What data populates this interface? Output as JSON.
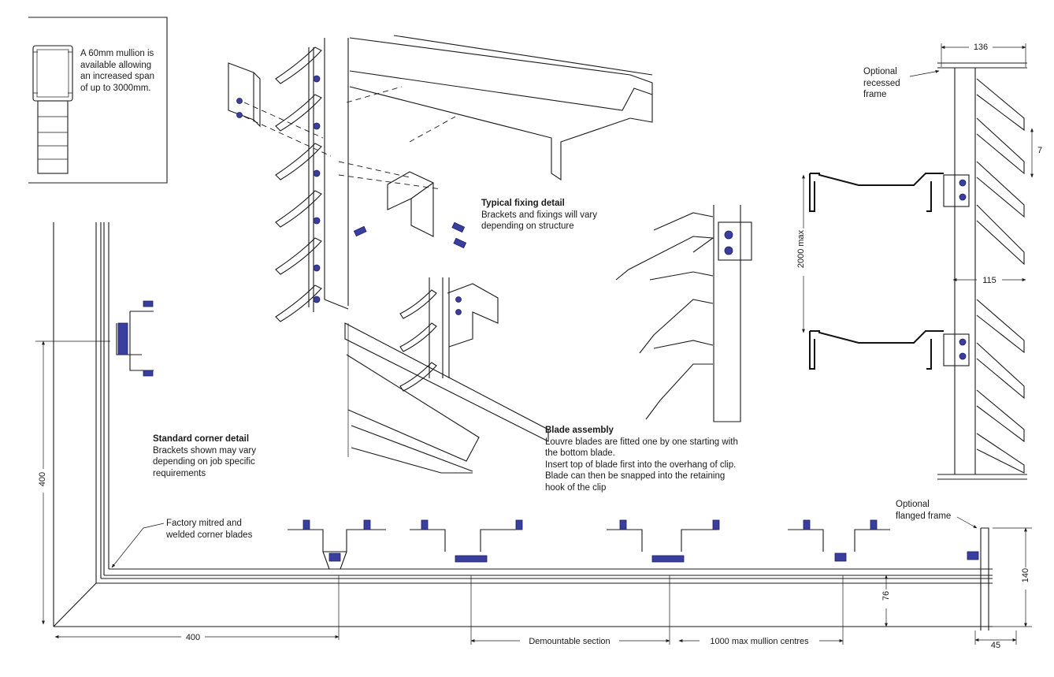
{
  "notes": {
    "mullion": [
      "A 60mm mullion is",
      "available allowing",
      "an increased span",
      "of up to 3000mm."
    ],
    "fixing": {
      "title": "Typical fixing detail",
      "lines": [
        "Brackets and fixings will vary",
        "depending on structure"
      ]
    },
    "corner": {
      "title": "Standard corner detail",
      "lines": [
        "Brackets shown may vary",
        "depending on job specific",
        "requirements"
      ]
    },
    "blade": {
      "title": "Blade assembly",
      "lines": [
        "Louvre blades are fitted one by one starting with",
        "the bottom blade.",
        "Insert top of blade first into the overhang of clip.",
        "Blade can then be snapped into the retaining",
        "hook of the clip"
      ]
    },
    "factory": [
      "Factory mitred and",
      "welded corner blades"
    ],
    "recessed": [
      "Optional",
      "recessed",
      "frame"
    ],
    "flanged": [
      "Optional",
      "flanged frame"
    ]
  },
  "dimensions": {
    "d136": "136",
    "d7": "7",
    "d2000": "2000 max",
    "d115": "115",
    "d400v": "400",
    "d400h": "400",
    "demountable": "Demountable section",
    "mullion_centres": "1000 max mullion centres",
    "d76": "76",
    "d140": "140",
    "d45": "45"
  },
  "colors": {
    "line": "#1a1a1a",
    "fixing": "#3a3f9e"
  }
}
